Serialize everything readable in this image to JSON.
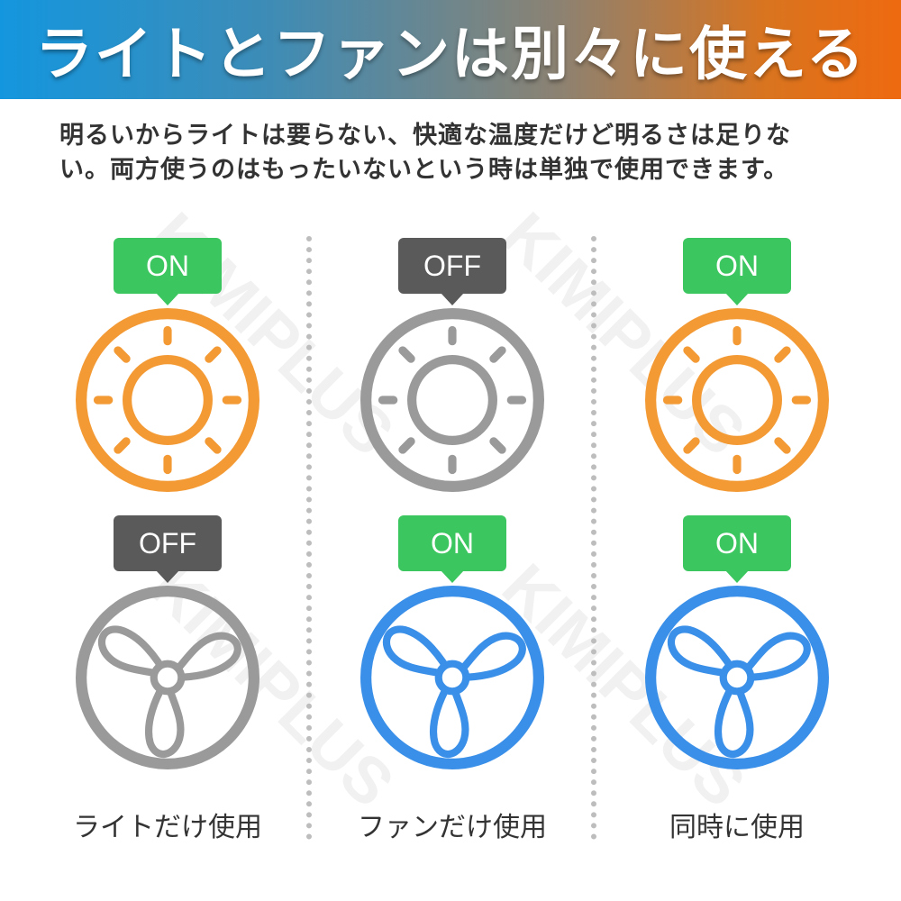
{
  "header": {
    "title": "ライトとファンは別々に使える"
  },
  "description": {
    "line1": "明るいからライトは要らない、快適な温度だけど明るさは足りな",
    "line2": "い。両方使うのはもったいないという時は単独で使用できます。"
  },
  "watermark": "KIMIPLUS",
  "colors": {
    "on": "#3cc65f",
    "off": "#5a5a5a",
    "light_active": "#f39a35",
    "fan_active": "#3a8fe8",
    "inactive": "#9a9a9a"
  },
  "columns": [
    {
      "light_state": "ON",
      "light_icon": "sun-icon",
      "fan_state": "OFF",
      "fan_icon": "fan-icon",
      "caption": "ライトだけ使用"
    },
    {
      "light_state": "OFF",
      "light_icon": "sun-icon",
      "fan_state": "ON",
      "fan_icon": "fan-icon",
      "caption": "ファンだけ使用"
    },
    {
      "light_state": "ON",
      "light_icon": "sun-icon",
      "fan_state": "ON",
      "fan_icon": "fan-icon",
      "caption": "同時に使用"
    }
  ]
}
